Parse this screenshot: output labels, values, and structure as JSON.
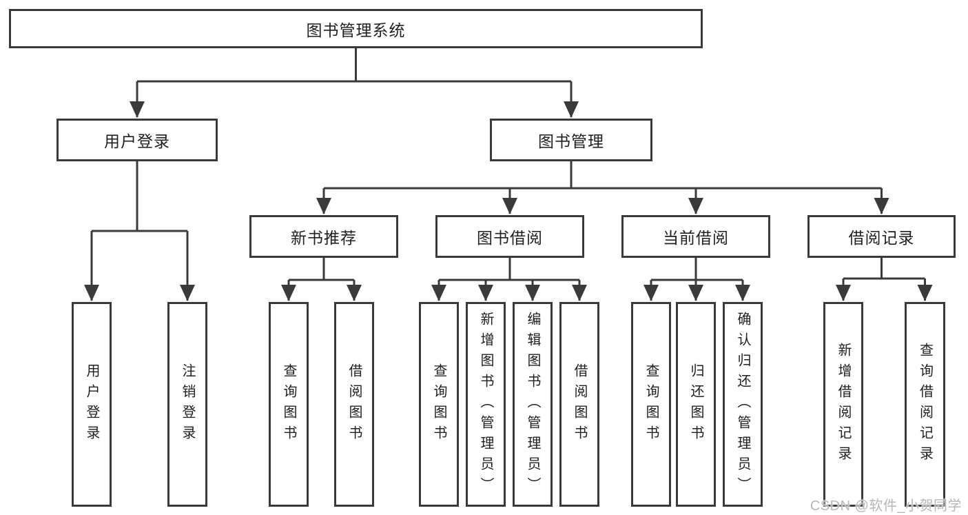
{
  "page": {
    "background": "#ffffff"
  },
  "palette": {
    "line_color": "#3a3a3a",
    "text_color": "#1f1f1f",
    "watermark_color": "#b7b7b7"
  },
  "watermark": {
    "text": "CSDN @软件_小贺同学"
  },
  "nodes": {
    "root": {
      "label": "图书管理系统"
    },
    "user_login": {
      "label": "用户登录"
    },
    "book_mgmt": {
      "label": "图书管理"
    },
    "new_book_rec": {
      "label": "新书推荐"
    },
    "book_borrow": {
      "label": "图书借阅"
    },
    "current_borrow": {
      "label": "当前借阅"
    },
    "borrow_records": {
      "label": "借阅记录"
    },
    "leaf_user_login": {
      "label": "用户登录"
    },
    "leaf_logout": {
      "label": "注销登录"
    },
    "leaf_rec_query": {
      "label": "查询图书"
    },
    "leaf_rec_borrow": {
      "label": "借阅图书"
    },
    "leaf_bor_query": {
      "label": "查询图书"
    },
    "leaf_bor_add": {
      "label": "新增图书（管理员）"
    },
    "leaf_bor_edit": {
      "label": "编辑图书（管理员）"
    },
    "leaf_bor_borrow": {
      "label": "借阅图书"
    },
    "leaf_cur_query": {
      "label": "查询图书"
    },
    "leaf_cur_return": {
      "label": "归还图书"
    },
    "leaf_cur_confirm": {
      "label": "确认归还（管理员）"
    },
    "leaf_recd_add": {
      "label": "新增借阅记录"
    },
    "leaf_recd_query": {
      "label": "查询借阅记录"
    }
  },
  "hierarchy": [
    {
      "parent": "图书管理系统",
      "children": [
        "用户登录",
        "图书管理"
      ]
    },
    {
      "parent": "用户登录",
      "children": [
        "用户登录",
        "注销登录"
      ]
    },
    {
      "parent": "图书管理",
      "children": [
        "新书推荐",
        "图书借阅",
        "当前借阅",
        "借阅记录"
      ]
    },
    {
      "parent": "新书推荐",
      "children": [
        "查询图书",
        "借阅图书"
      ]
    },
    {
      "parent": "图书借阅",
      "children": [
        "查询图书",
        "新增图书（管理员）",
        "编辑图书（管理员）",
        "借阅图书"
      ]
    },
    {
      "parent": "当前借阅",
      "children": [
        "查询图书",
        "归还图书",
        "确认归还（管理员）"
      ]
    },
    {
      "parent": "借阅记录",
      "children": [
        "新增借阅记录",
        "查询借阅记录"
      ]
    }
  ]
}
